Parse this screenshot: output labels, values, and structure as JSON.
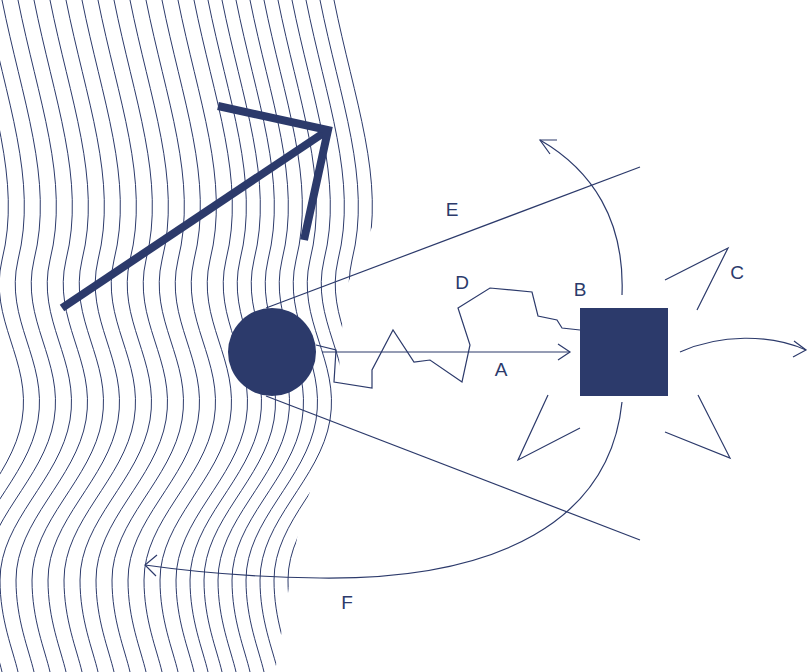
{
  "diagram": {
    "labels": [
      "E",
      "D",
      "B",
      "C",
      "A",
      "F"
    ]
  }
}
